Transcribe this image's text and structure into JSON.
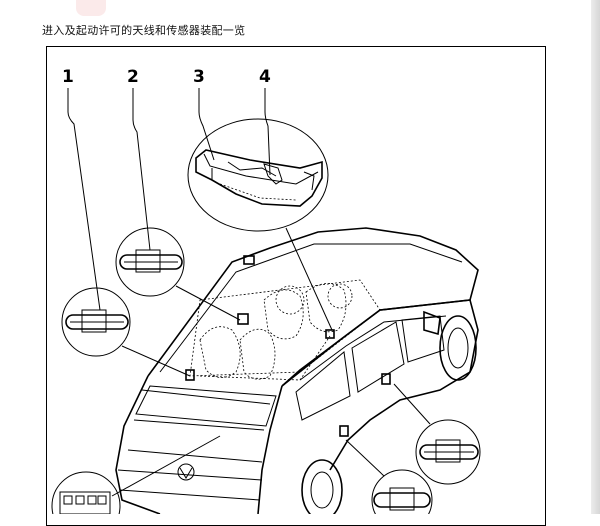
{
  "page": {
    "caption": "进入及起动许可的天线和传感器装配一览"
  },
  "diagram": {
    "callouts": [
      {
        "label": "1"
      },
      {
        "label": "2"
      },
      {
        "label": "3"
      },
      {
        "label": "4"
      }
    ]
  }
}
